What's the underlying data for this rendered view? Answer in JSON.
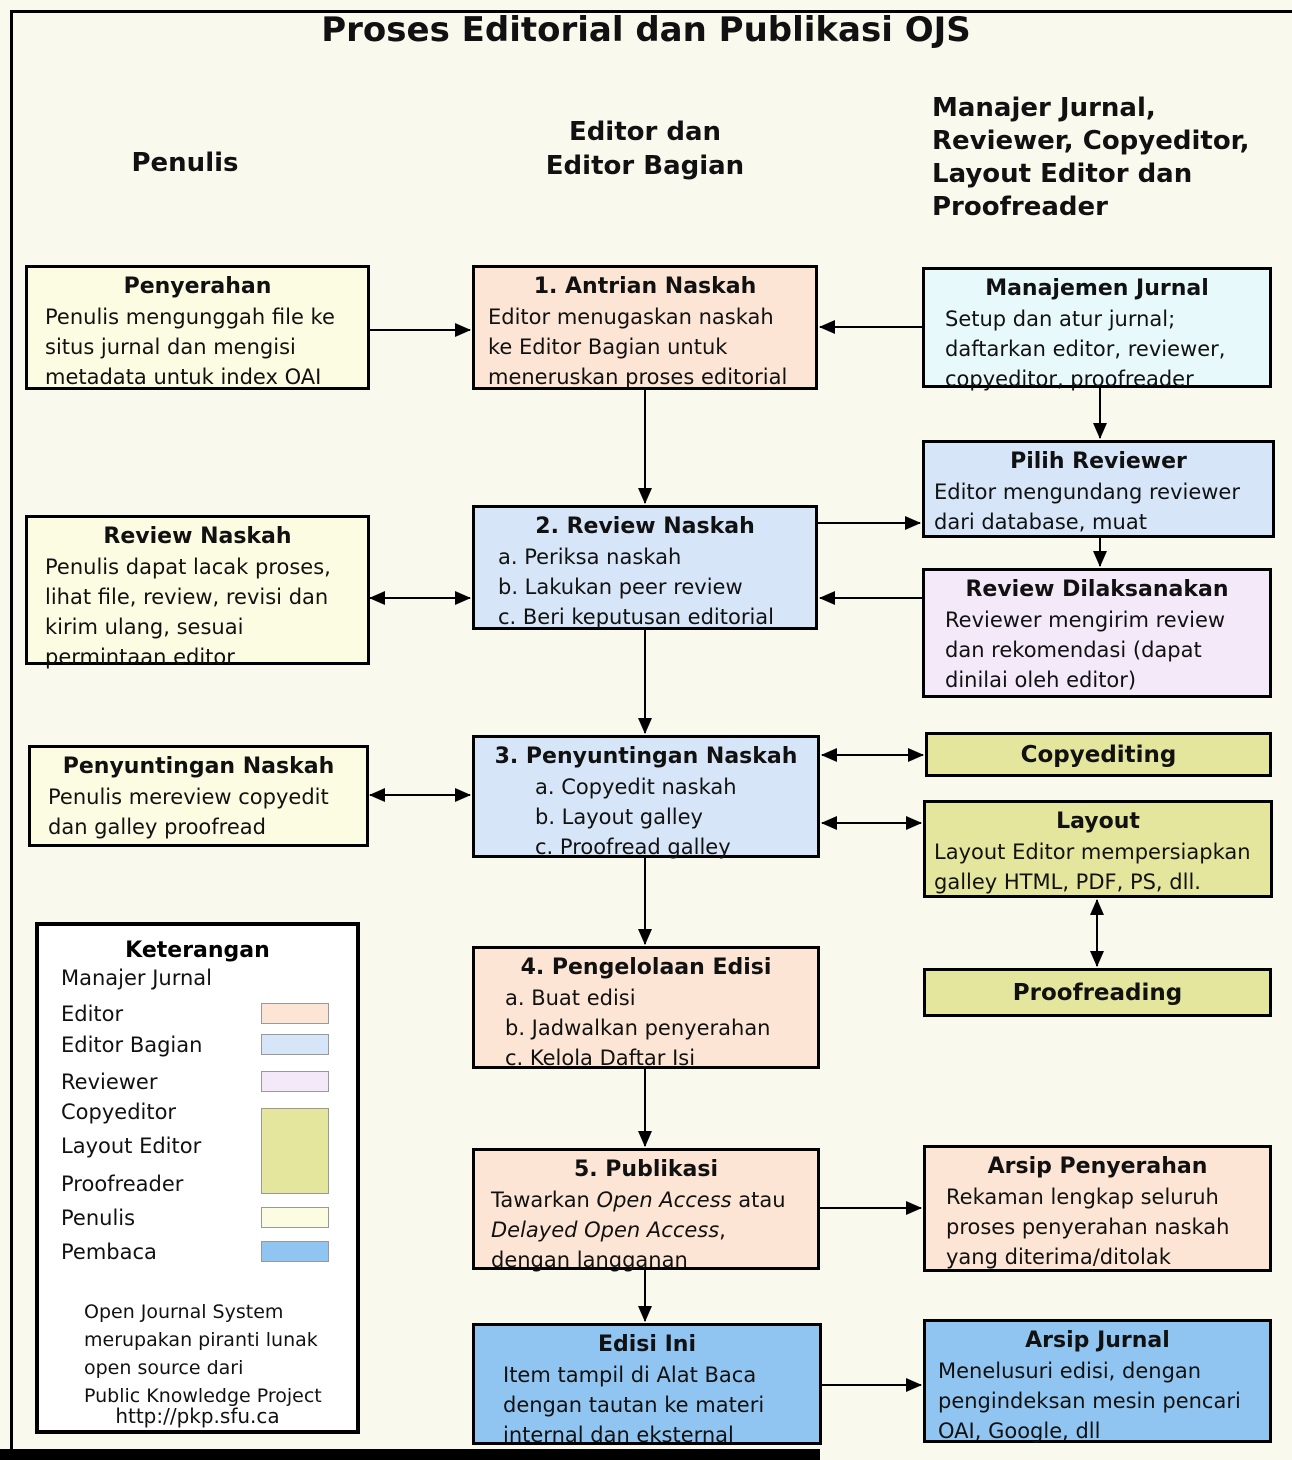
{
  "title": "Proses Editorial dan Publikasi OJS",
  "column_headers": {
    "penulis": "Penulis",
    "editor": "Editor dan\nEditor Bagian",
    "manajer": "Manajer Jurnal,\nReviewer, Copyeditor,\nLayout Editor dan\nProofreader"
  },
  "boxes": {
    "penyerahan": {
      "title": "Penyerahan",
      "body": "Penulis mengunggah file ke\nsitus jurnal dan mengisi\nmetadata untuk index OAI"
    },
    "antrian": {
      "title": "1. Antrian Naskah",
      "body": "Editor menugaskan naskah\nke Editor Bagian untuk\nmeneruskan proses editorial"
    },
    "manajemen_jurnal": {
      "title": "Manajemen Jurnal",
      "body": "Setup dan atur jurnal;\ndaftarkan editor, reviewer,\ncopyeditor, proofreader"
    },
    "pilih_reviewer": {
      "title": "Pilih Reviewer",
      "body": "Editor mengundang reviewer\ndari database, muat"
    },
    "review_naskah_penulis": {
      "title": "Review Naskah",
      "body": "Penulis dapat lacak proses,\nlihat file, review, revisi dan\nkirim ulang, sesuai\npermintaan editor"
    },
    "review_naskah": {
      "title": "2. Review Naskah",
      "items": [
        "a. Periksa naskah",
        "b. Lakukan peer review",
        "c. Beri keputusan editorial"
      ]
    },
    "review_dilaksanakan": {
      "title": "Review Dilaksanakan",
      "body": "Reviewer mengirim review\ndan rekomendasi (dapat\ndinilai oleh editor)"
    },
    "penyuntingan_penulis": {
      "title": "Penyuntingan Naskah",
      "body": "Penulis mereview copyedit\ndan galley proofread"
    },
    "penyuntingan_naskah": {
      "title": "3. Penyuntingan Naskah",
      "items": [
        "a. Copyedit naskah",
        "b. Layout galley",
        "c. Proofread galley"
      ]
    },
    "copyediting": {
      "title": "Copyediting"
    },
    "layout": {
      "title": "Layout",
      "body": "Layout Editor mempersiapkan\ngalley HTML, PDF, PS, dll."
    },
    "proofreading": {
      "title": "Proofreading"
    },
    "pengelolaan_edisi": {
      "title": "4. Pengelolaan Edisi",
      "items": [
        "a. Buat edisi",
        "b. Jadwalkan penyerahan",
        "c. Kelola Daftar Isi"
      ]
    },
    "publikasi": {
      "title": "5. Publikasi",
      "body_rich": [
        {
          "t": "Tawarkan "
        },
        {
          "t": "Open Access",
          "i": true
        },
        {
          "t": " atau\n"
        },
        {
          "t": "Delayed Open Access",
          "i": true
        },
        {
          "t": ",\ndengan langganan"
        }
      ]
    },
    "arsip_penyerahan": {
      "title": "Arsip Penyerahan",
      "body": "Rekaman lengkap seluruh\nproses penyerahan naskah\nyang diterima/ditolak"
    },
    "edisi_ini": {
      "title": "Edisi Ini",
      "body": "Item tampil di Alat Baca\ndengan tautan ke materi\ninternal dan eksternal"
    },
    "arsip_jurnal": {
      "title": "Arsip Jurnal",
      "body": "Menelusuri edisi, dengan\npengindeksan mesin pencari\nOAI, Google, dll"
    }
  },
  "legend": {
    "title": "Keterangan",
    "manajer_jurnal": "Manajer Jurnal",
    "editor": "Editor",
    "editor_bagian": "Editor Bagian",
    "reviewer": "Reviewer",
    "copyeditor": "Copyeditor",
    "layout_editor": "Layout Editor",
    "proofreader": "Proofreader",
    "penulis": "Penulis",
    "pembaca": "Pembaca",
    "note": "Open Journal System\nmerupakan piranti lunak\nopen source dari\nPublic Knowledge Project",
    "url": "http://pkp.sfu.ca"
  },
  "colors": {
    "editor": "#fce5d5",
    "editor_bagian": "#d6e6f8",
    "manajer_jurnal": "#e8f9fc",
    "reviewer": "#f3e9f8",
    "copyeditor_layout_proofreader": "#e5e69d",
    "penulis": "#fcfce2",
    "pembaca": "#90c5f2",
    "background": "#f9f9ee",
    "legend_background": "#ffffff",
    "line": "#000000"
  }
}
